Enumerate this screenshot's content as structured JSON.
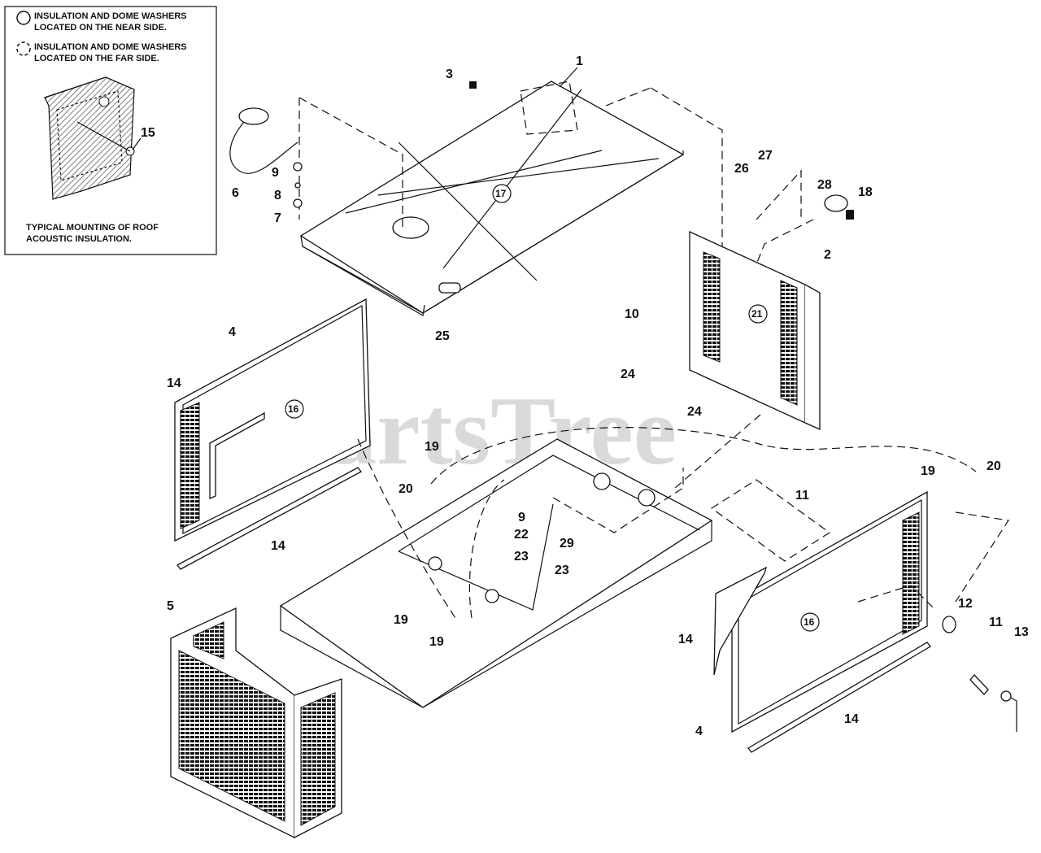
{
  "legend": {
    "near_side_text_1": "INSULATION AND DOME WASHERS",
    "near_side_text_2": "LOCATED ON THE NEAR SIDE.",
    "far_side_text_1": "INSULATION AND DOME WASHERS",
    "far_side_text_2": "LOCATED ON THE FAR SIDE.",
    "inset_callout": "15",
    "caption_1": "TYPICAL MOUNTING OF ROOF",
    "caption_2": "ACOUSTIC INSULATION."
  },
  "watermark": "PartsTree",
  "callouts": {
    "c1": "1",
    "c2": "2",
    "c3": "3",
    "c4a": "4",
    "c4b": "4",
    "c5": "5",
    "c6": "6",
    "c7": "7",
    "c8": "8",
    "c9a": "9",
    "c9b": "9",
    "c10": "10",
    "c11a": "11",
    "c11b": "11",
    "c12": "12",
    "c13": "13",
    "c14a": "14",
    "c14b": "14",
    "c14c": "14",
    "c14d": "14",
    "c18": "18",
    "c19a": "19",
    "c19b": "19",
    "c19c": "19",
    "c19d": "19",
    "c20a": "20",
    "c20b": "20",
    "c22": "22",
    "c23a": "23",
    "c23b": "23",
    "c24a": "24",
    "c24b": "24",
    "c25": "25",
    "c26": "26",
    "c27": "27",
    "c28": "28",
    "c29": "29"
  },
  "circled_refs": {
    "r17": "17",
    "r21": "21",
    "r16a": "16",
    "r16b": "16"
  }
}
